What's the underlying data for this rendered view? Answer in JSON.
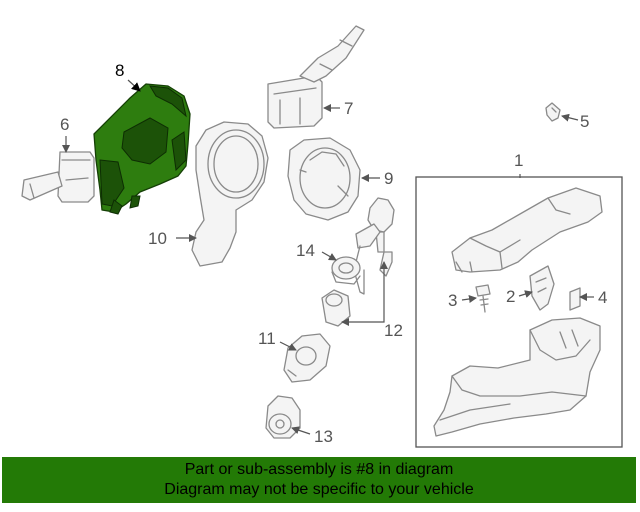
{
  "diagram": {
    "callouts": [
      "1",
      "2",
      "3",
      "4",
      "5",
      "6",
      "7",
      "8",
      "9",
      "10",
      "11",
      "12",
      "13",
      "14"
    ],
    "highlighted_callout": "8",
    "colors": {
      "highlight_part": "#2e7d0f",
      "banner_background": "#237a06",
      "line_art": "#8a8a8a"
    }
  },
  "banner": {
    "line1": "Part or sub-assembly is #8 in diagram",
    "line2": "Diagram may not be specific to your vehicle"
  }
}
